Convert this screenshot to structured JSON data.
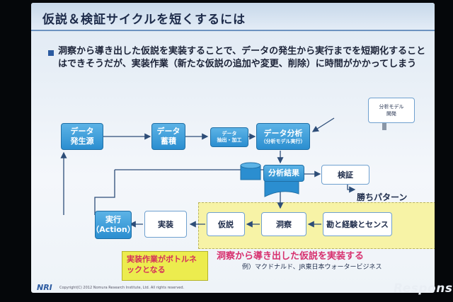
{
  "title": "仮説＆検証サイクルを短くするには",
  "bullet": "洞察から導き出した仮説を実装することで、データの発生から実行までを短期化することはできそうだが、実装作業（新たな仮説の追加や変更、削除）に時間がかかってしまう",
  "boxes": {
    "data_source": "データ\n発生源",
    "data_store": "データ\n蓄積",
    "extract": "データ\n抽出・加工",
    "analysis_title": "データ分析",
    "analysis_sub": "（分析モデル実行）",
    "results": "分析結果",
    "verify": "検証",
    "model_dev": "分析モデル\n開発",
    "action_main": "実行",
    "action_sub": "（Action）",
    "implement": "実装",
    "hypothesis": "仮説",
    "insight": "洞察",
    "intuition": "勘と経験とセンス"
  },
  "pattern_label": "勝ちパターン",
  "callout": "実装作業がボトルネックとなる",
  "pink_text": "洞察から導き出した仮説を実装する",
  "example": "例）マクドナルド、JR東日本ウォータービジネス",
  "footer": {
    "logo": "NRI",
    "copyright": "Copyright(C) 2012 Nomura Research Institute, Ltd. All rights reserved.",
    "watermark": "Response."
  },
  "colors": {
    "box_blue": "#2b8ed0",
    "callout_yellow": "#ecec4e",
    "pink": "#d72f6e",
    "title_dark": "#1d2b4a"
  }
}
